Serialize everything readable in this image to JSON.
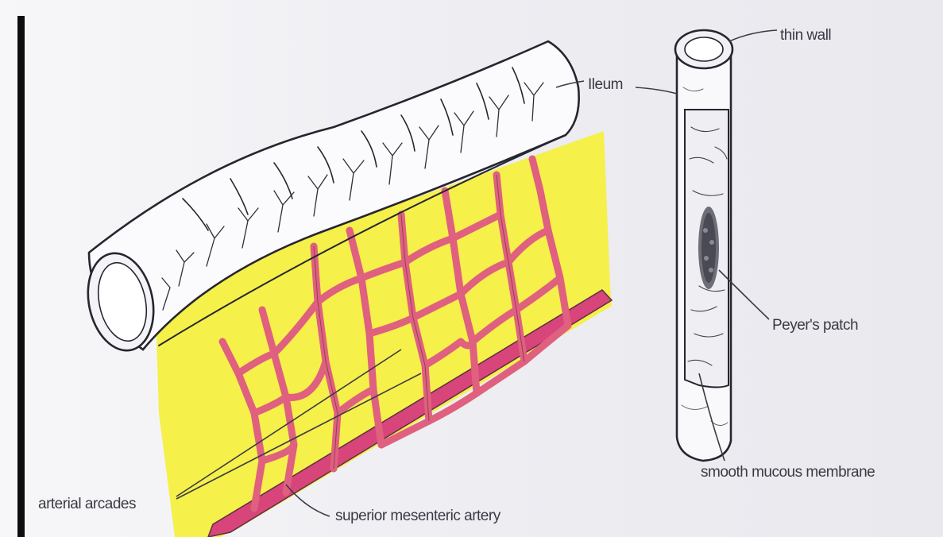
{
  "labels": {
    "ileum": "Ileum",
    "thin_wall": "thin wall",
    "peyers_patch": "Peyer's patch",
    "smooth_mucous_membrane": "smooth mucous membrane",
    "arterial_arcades": "arterial arcades",
    "superior_mesenteric_artery": "superior mesenteric artery"
  },
  "colors": {
    "mesentery": "#f5f04a",
    "vessel": "#e0607f",
    "artery": "#d8457a",
    "outline": "#262630"
  }
}
